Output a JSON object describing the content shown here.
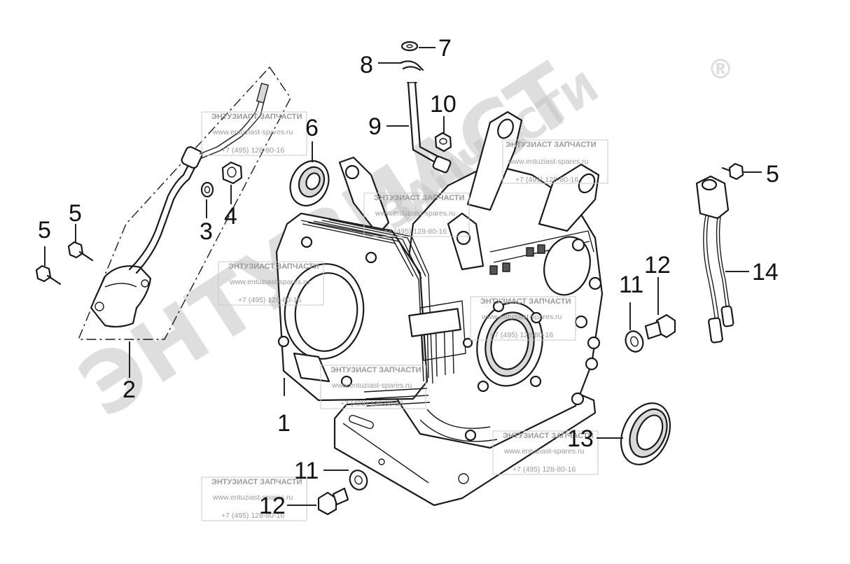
{
  "watermark": {
    "brand_big": "ЭНТУЗИАСТ",
    "brand_small": "ЗАПЧАСТИ",
    "registered": "®",
    "title": "ЭНТУЗИАСТ ЗАПЧАСТИ",
    "site": "www.entuziast-spares.ru",
    "phone": "+7 (495) 128-80-16"
  },
  "parts": [
    {
      "id": "1",
      "name": "crankcase"
    },
    {
      "id": "2",
      "name": "oil-alert-switch-cover"
    },
    {
      "id": "3",
      "name": "washer"
    },
    {
      "id": "4",
      "name": "nut"
    },
    {
      "id": "5",
      "name": "bolt"
    },
    {
      "id": "6",
      "name": "bearing"
    },
    {
      "id": "7",
      "name": "washer"
    },
    {
      "id": "8",
      "name": "clip"
    },
    {
      "id": "9",
      "name": "breather-tube"
    },
    {
      "id": "10",
      "name": "nut"
    },
    {
      "id": "11",
      "name": "washer"
    },
    {
      "id": "12",
      "name": "drain-bolt"
    },
    {
      "id": "13",
      "name": "oil-seal"
    },
    {
      "id": "14",
      "name": "oil-sensor"
    }
  ],
  "labels": {
    "l1": "1",
    "l2": "2",
    "l3": "3",
    "l4": "4",
    "l5a": "5",
    "l5b": "5",
    "l5c": "5",
    "l6": "6",
    "l7": "7",
    "l8": "8",
    "l9": "9",
    "l10": "10",
    "l11a": "11",
    "l11b": "11",
    "l12a": "12",
    "l12b": "12",
    "l13": "13",
    "l14": "14"
  }
}
